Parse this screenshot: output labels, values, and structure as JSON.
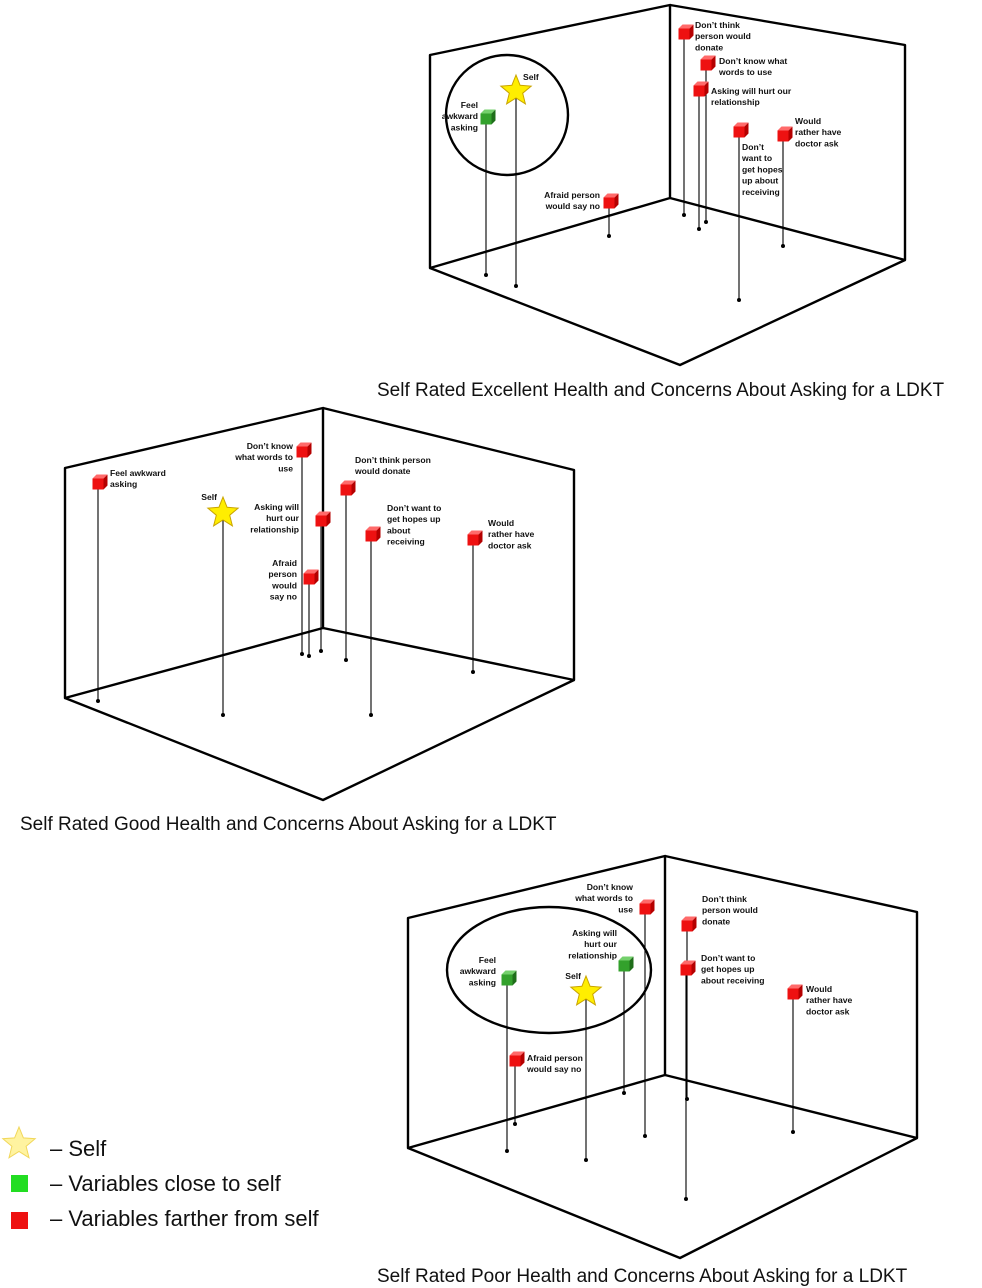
{
  "colors": {
    "far": "#ee1111",
    "far_top": "#ff6a6a",
    "far_side": "#b50000",
    "close": "#33a12c",
    "close_top": "#74d06c",
    "close_side": "#1f6e1a",
    "star": "#ffee00",
    "star_stroke": "#c9a400"
  },
  "legend": {
    "self": "– Self",
    "close": "– Variables close to self",
    "far": "– Variables farther from self"
  },
  "panels": [
    {
      "caption": "Self Rated Excellent Health and Concerns About Asking for a LDKT",
      "self_label": "Self",
      "items": [
        {
          "key": "donate",
          "category": "far",
          "lines": [
            "Don’t think",
            "person would",
            "donate"
          ]
        },
        {
          "key": "words",
          "category": "far",
          "lines": [
            "Don’t know what",
            "words to use"
          ]
        },
        {
          "key": "hurt",
          "category": "far",
          "lines": [
            "Asking will hurt our",
            "relationship"
          ]
        },
        {
          "key": "doctor",
          "category": "far",
          "lines": [
            "Would",
            "rather have",
            "doctor ask"
          ]
        },
        {
          "key": "hopes",
          "category": "far",
          "lines": [
            "Don’t",
            "want to",
            "get hopes",
            "up about",
            "receiving"
          ]
        },
        {
          "key": "awkward",
          "category": "close",
          "lines": [
            "Feel",
            "awkward",
            "asking"
          ]
        },
        {
          "key": "afraid",
          "category": "far",
          "lines": [
            "Afraid person",
            "would say no"
          ]
        }
      ]
    },
    {
      "caption": "Self Rated Good Health and Concerns About Asking for a LDKT",
      "self_label": "Self",
      "items": [
        {
          "key": "awkward",
          "category": "far",
          "lines": [
            "Feel awkward",
            "asking"
          ]
        },
        {
          "key": "words",
          "category": "far",
          "lines": [
            "Don’t know",
            "what words to",
            "use"
          ]
        },
        {
          "key": "donate",
          "category": "far",
          "lines": [
            "Don’t think person",
            "would donate"
          ]
        },
        {
          "key": "hurt",
          "category": "far",
          "lines": [
            "Asking will",
            "hurt our",
            "relationship"
          ]
        },
        {
          "key": "hopes",
          "category": "far",
          "lines": [
            "Don’t want to",
            "get hopes up",
            "about",
            "receiving"
          ]
        },
        {
          "key": "doctor",
          "category": "far",
          "lines": [
            "Would",
            "rather have",
            "doctor ask"
          ]
        },
        {
          "key": "afraid",
          "category": "far",
          "lines": [
            "Afraid",
            "person",
            "would",
            "say no"
          ]
        }
      ]
    },
    {
      "caption": "Self Rated Poor Health and Concerns About Asking for a LDKT",
      "self_label": "Self",
      "items": [
        {
          "key": "words",
          "category": "far",
          "lines": [
            "Don’t know",
            "what words to",
            "use"
          ]
        },
        {
          "key": "donate",
          "category": "far",
          "lines": [
            "Don’t think",
            "person would",
            "donate"
          ]
        },
        {
          "key": "hurt",
          "category": "close",
          "lines": [
            "Asking will",
            "hurt our",
            "relationship"
          ]
        },
        {
          "key": "awkward",
          "category": "close",
          "lines": [
            "Feel",
            "awkward",
            "asking"
          ]
        },
        {
          "key": "hopes",
          "category": "far",
          "lines": [
            "Don’t want to",
            "get hopes up",
            "about receiving"
          ]
        },
        {
          "key": "doctor",
          "category": "far",
          "lines": [
            "Would",
            "rather have",
            "doctor ask"
          ]
        },
        {
          "key": "afraid",
          "category": "far",
          "lines": [
            "Afraid person",
            "would say no"
          ]
        }
      ]
    }
  ]
}
